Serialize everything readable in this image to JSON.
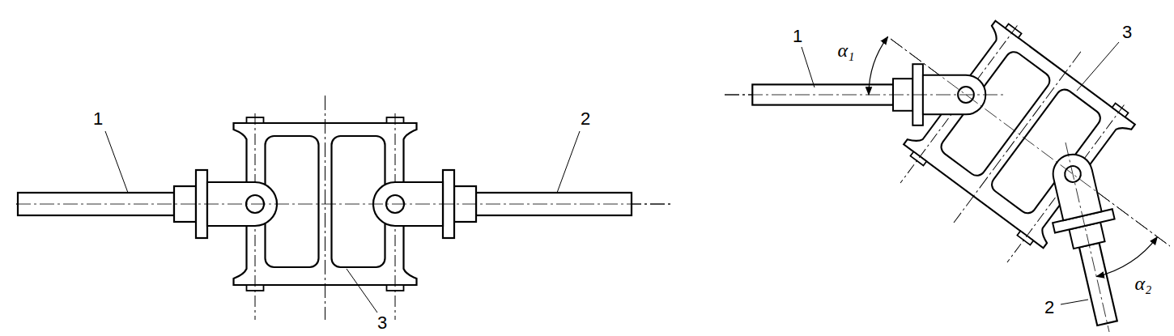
{
  "diagram": {
    "labels": [
      "1",
      "2",
      "3",
      "1",
      "α₁",
      "3",
      "2",
      "α₂"
    ]
  }
}
